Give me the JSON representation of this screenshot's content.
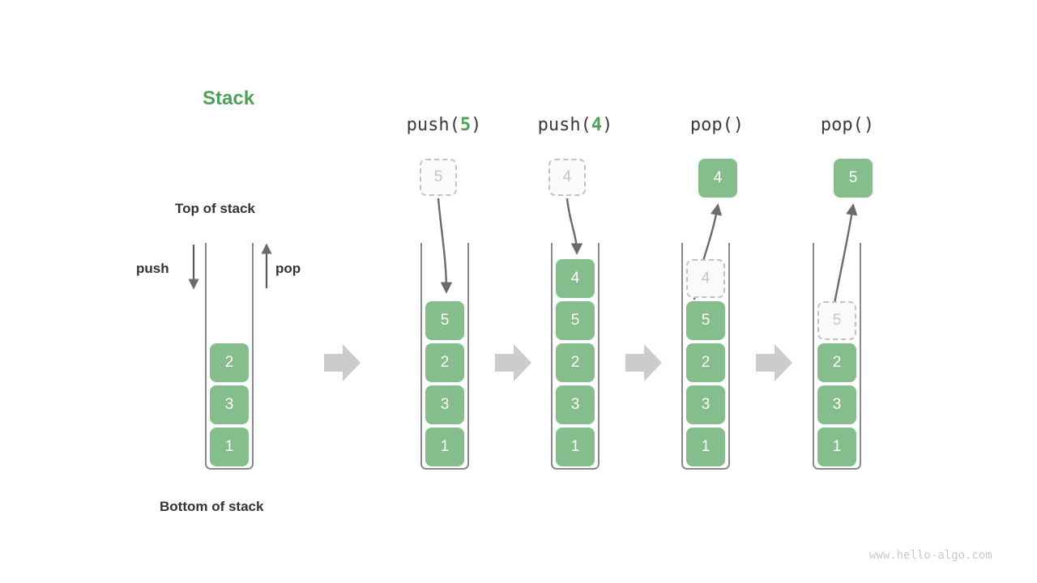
{
  "title": "Stack",
  "labels": {
    "top_of_stack": "Top of stack",
    "bottom_of_stack": "Bottom of stack",
    "push": "push",
    "pop": "pop"
  },
  "watermark": "www.hello-algo.com",
  "colors": {
    "accent_green": "#4CA357",
    "cell_green": "#85BE8C",
    "ghost_border": "#c2c2c2",
    "ghost_text": "#c6c6c6",
    "container_stroke": "#8a8a8a",
    "arrow_gray": "#6b6b6b",
    "step_arrow_gray": "#cccccc",
    "label_dark": "#333333"
  },
  "columns": [
    {
      "name": "initial",
      "header": null,
      "header_op": null,
      "header_arg": null,
      "cells": [
        "2",
        "3",
        "1"
      ],
      "floating": null,
      "ghost_in_stack": null
    },
    {
      "name": "push-5",
      "header_op": "push(",
      "header_arg": "5",
      "header_close": ")",
      "header_text": "push(5)",
      "cells": [
        "5",
        "2",
        "3",
        "1"
      ],
      "floating": {
        "value": "5",
        "style": "ghost"
      },
      "ghost_in_stack": null,
      "arrow_direction": "down"
    },
    {
      "name": "push-4",
      "header_op": "push(",
      "header_arg": "4",
      "header_close": ")",
      "header_text": "push(4)",
      "cells": [
        "4",
        "5",
        "2",
        "3",
        "1"
      ],
      "floating": {
        "value": "4",
        "style": "ghost"
      },
      "ghost_in_stack": null,
      "arrow_direction": "down"
    },
    {
      "name": "pop-4",
      "header_op": "pop(",
      "header_arg": "",
      "header_close": ")",
      "header_text": "pop()",
      "cells": [
        "5",
        "2",
        "3",
        "1"
      ],
      "floating": {
        "value": "4",
        "style": "solid"
      },
      "ghost_in_stack": {
        "value": "4",
        "position": "top"
      },
      "arrow_direction": "up"
    },
    {
      "name": "pop-5",
      "header_op": "pop(",
      "header_arg": "",
      "header_close": ")",
      "header_text": "pop()",
      "cells": [
        "2",
        "3",
        "1"
      ],
      "floating": {
        "value": "5",
        "style": "solid"
      },
      "ghost_in_stack": {
        "value": "5",
        "position": "top"
      },
      "arrow_direction": "up"
    }
  ],
  "step_arrows": 4
}
